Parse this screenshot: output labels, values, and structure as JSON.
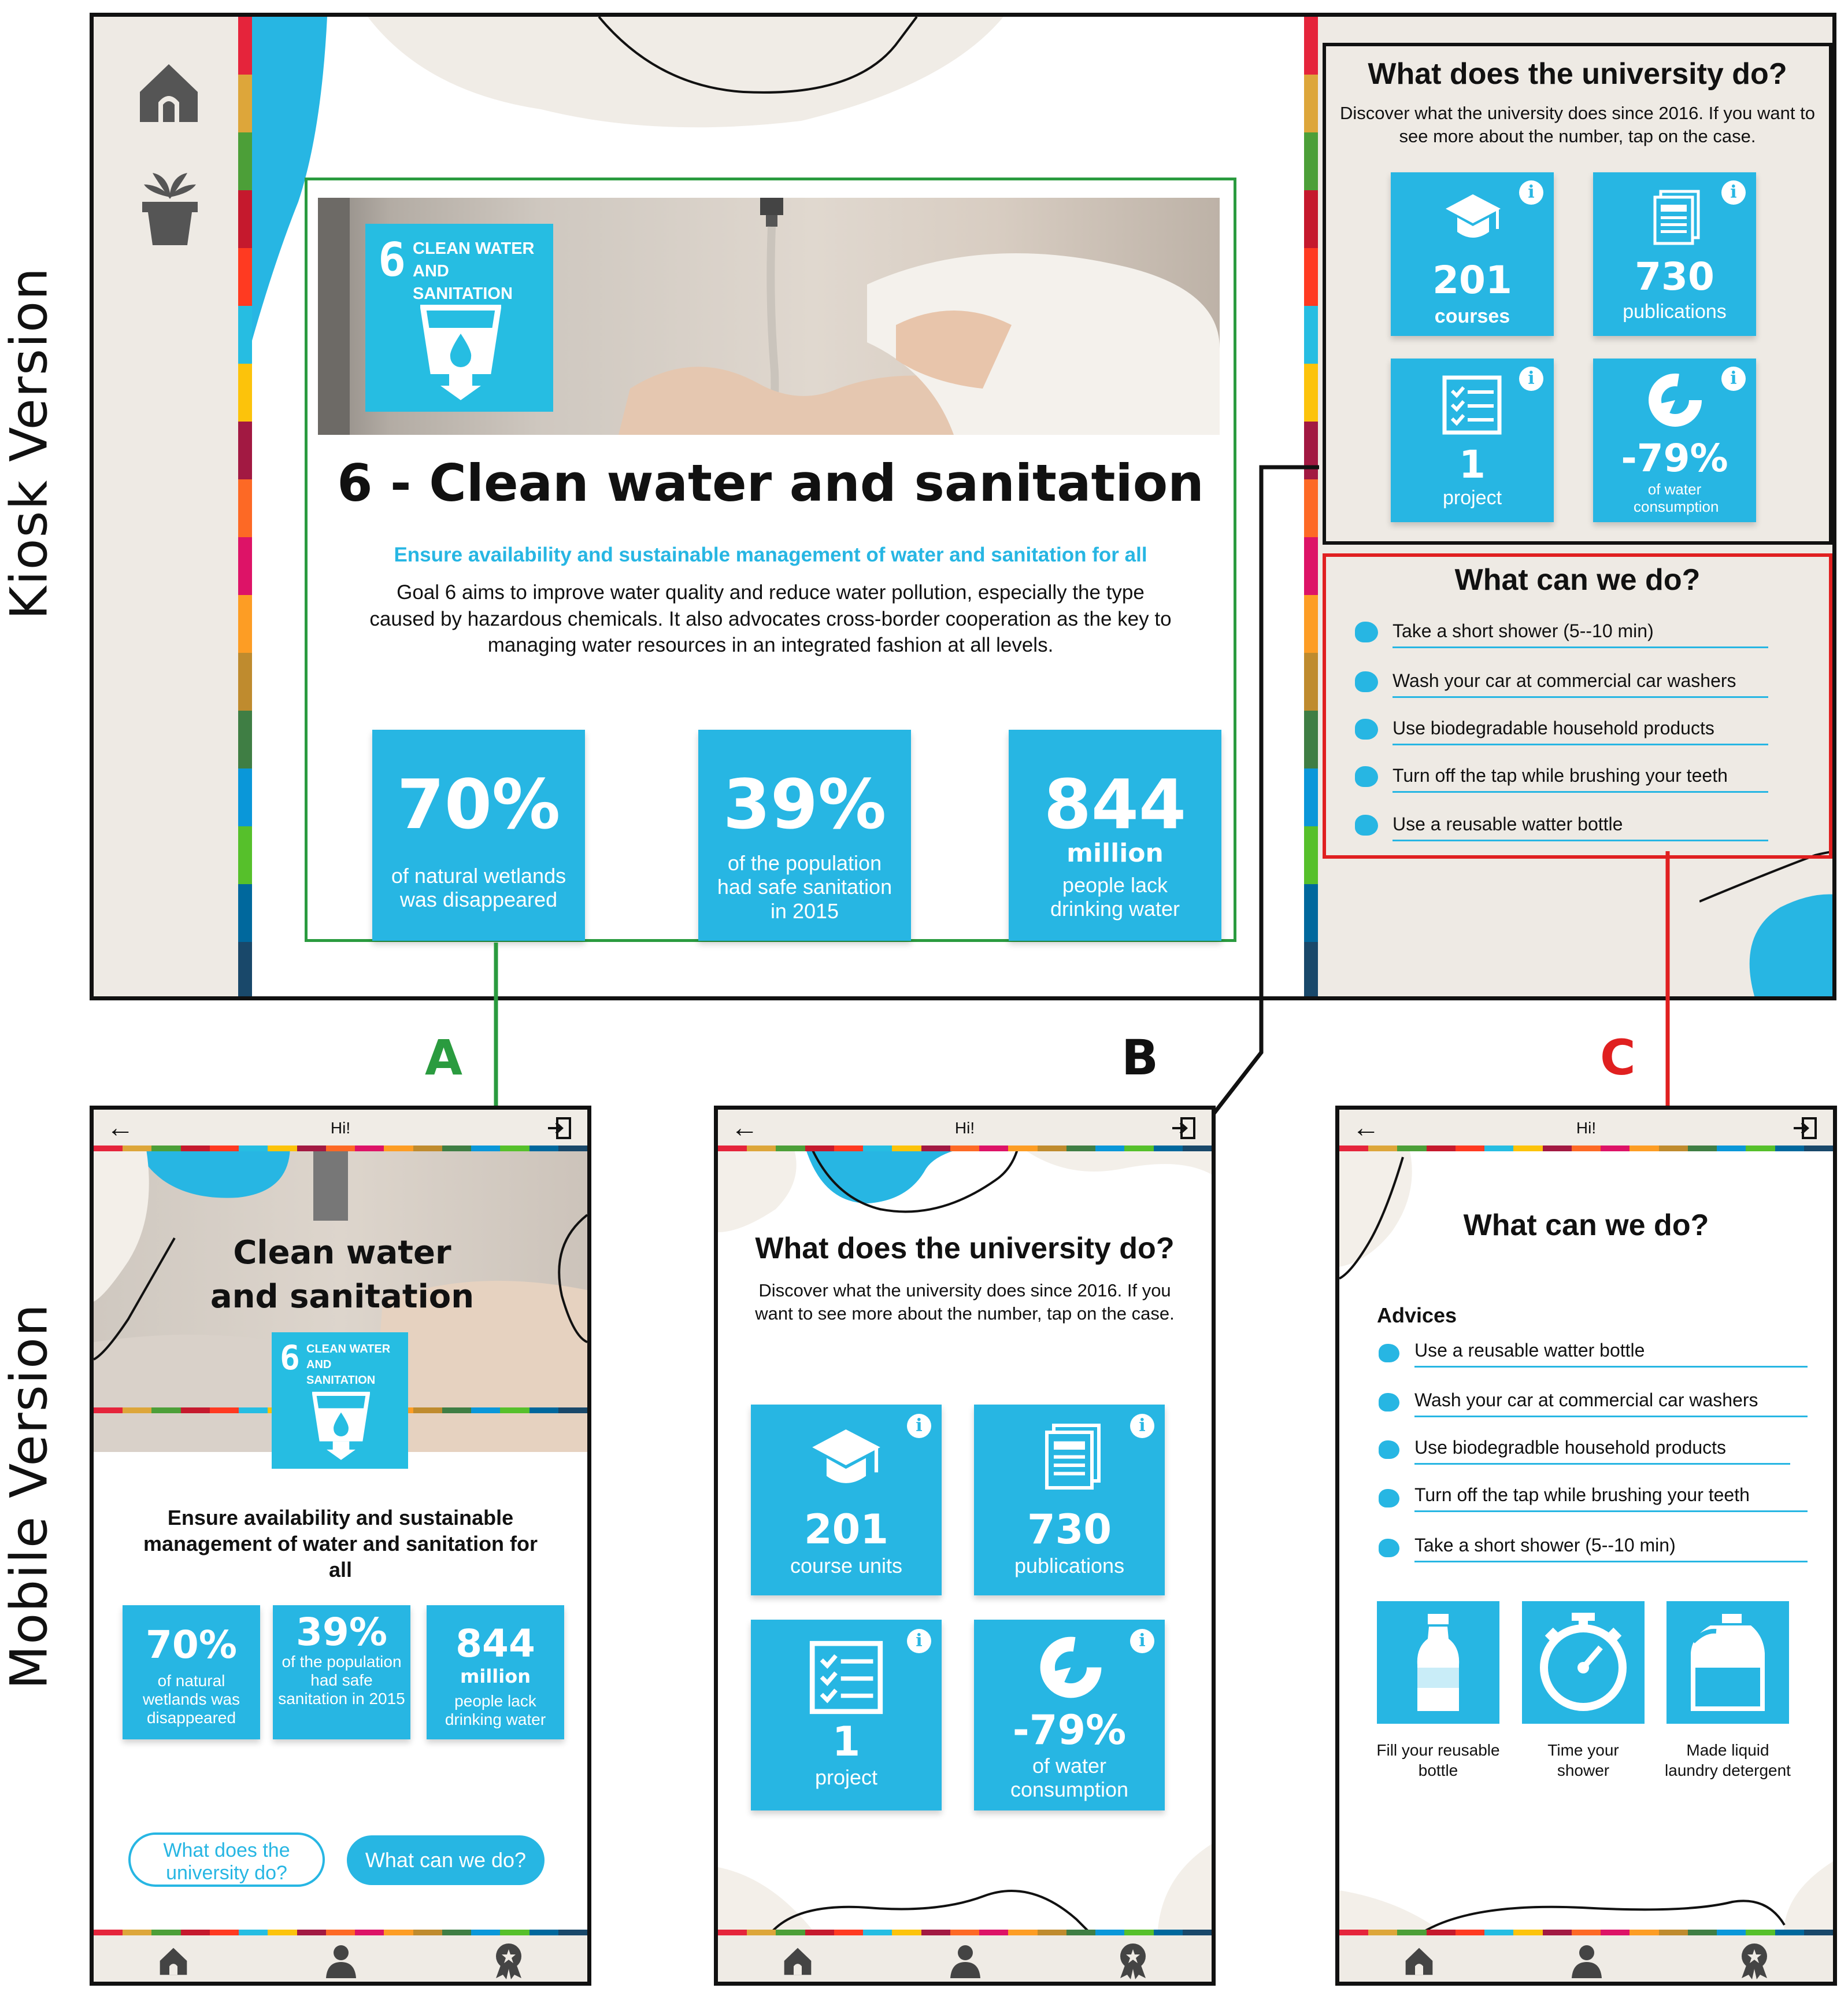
{
  "labels": {
    "kiosk": "Kiosk Version",
    "mobile": "Mobile Version",
    "a": "A",
    "b": "B",
    "c": "C"
  },
  "colors": {
    "accent": "#27b6e3",
    "green": "#2a9b3f",
    "red": "#e02020",
    "panel": "#eeeae4"
  },
  "kiosk": {
    "nav_icons": [
      "home-icon",
      "plant-icon"
    ],
    "goal": {
      "badge_number": "6",
      "badge_text": "CLEAN WATER AND SANITATION",
      "title": "6 - Clean water and sanitation",
      "subtitle": "Ensure availability and sustainable management of water and sanitation for all",
      "description": "Goal 6 aims to improve water quality and reduce water pollution, especially the type caused by hazardous chemicals. It also advocates cross-border cooperation as the key to managing water resources in an integrated fashion at all levels.",
      "stats": [
        {
          "value": "70%",
          "label": "of natural wetlands was disappeared"
        },
        {
          "value": "39%",
          "label": "of the population had safe sanitation in 2015"
        },
        {
          "value": "844",
          "unit": "million",
          "label": "people lack drinking water"
        }
      ]
    },
    "university": {
      "title": "What does the university do?",
      "description": "Discover what the university does since 2016. If you want to see more about the number, tap on the case.",
      "tiles": [
        {
          "icon": "graduation-cap-icon",
          "value": "201",
          "label": "courses"
        },
        {
          "icon": "publications-icon",
          "value": "730",
          "label": "publications"
        },
        {
          "icon": "checklist-icon",
          "value": "1",
          "label": "project"
        },
        {
          "icon": "pie-chart-icon",
          "value": "-79%",
          "label": "of water consumption"
        }
      ]
    },
    "actions": {
      "title": "What can we do?",
      "items": [
        "Take a short shower (5--10 min)",
        "Wash your car at commercial car washers",
        "Use biodegradable household products",
        "Turn off the tap while brushing your teeth",
        "Use a reusable watter bottle"
      ]
    }
  },
  "mobile_a": {
    "greeting": "Hi!",
    "title": "Clean water and sanitation",
    "badge_number": "6",
    "badge_text": "CLEAN WATER AND SANITATION",
    "subtitle": "Ensure availability and sustainable management of water and sanitation for all",
    "stats": [
      {
        "value": "70%",
        "label": "of natural wetlands was disappeared"
      },
      {
        "value": "39%",
        "label": "of the population had safe sanitation in 2015"
      },
      {
        "value": "844",
        "unit": "million",
        "label": "people lack drinking water"
      }
    ],
    "btn_university": "What does the university do?",
    "btn_actions": "What can we do?"
  },
  "mobile_b": {
    "greeting": "Hi!",
    "title": "What does the university do?",
    "description": "Discover what the university does since 2016. If you want to see more about the number, tap on the case.",
    "tiles": [
      {
        "value": "201",
        "label": "course units"
      },
      {
        "value": "730",
        "label": "publications"
      },
      {
        "value": "1",
        "label": "project"
      },
      {
        "value": "-79%",
        "label": "of water consumption"
      }
    ]
  },
  "mobile_c": {
    "greeting": "Hi!",
    "title": "What can we do?",
    "section": "Advices",
    "items": [
      "Use a reusable watter bottle",
      "Wash your car at commercial car washers",
      "Use biodegradble household products",
      "Turn off the tap while brushing your teeth",
      "Take a short shower (5--10 min)"
    ],
    "cards": [
      {
        "icon": "bottle-icon",
        "label": "Fill your reusable bottle"
      },
      {
        "icon": "stopwatch-icon",
        "label": "Time your shower"
      },
      {
        "icon": "detergent-icon",
        "label": "Made liquid laundry detergent"
      }
    ]
  }
}
